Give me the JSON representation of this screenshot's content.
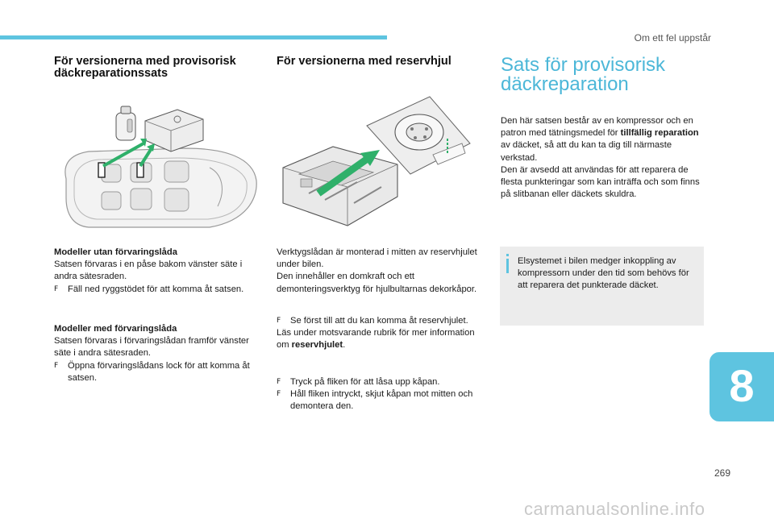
{
  "header": {
    "section_label": "Om ett fel uppstår"
  },
  "col1": {
    "heading_line1": "För versionerna med provisorisk",
    "heading_line2": "däckreparationssats",
    "sub1_title": "Modeller utan förvaringslåda",
    "sub1_text": "Satsen förvaras i en påse bakom vänster säte i andra sätesraden.",
    "sub1_bullet": "Fäll ned ryggstödet för att komma åt satsen.",
    "sub2_title": "Modeller med förvaringslåda",
    "sub2_text": "Satsen förvaras i förvaringslådan framför vänster säte i andra sätesraden.",
    "sub2_bullet": "Öppna förvaringslådans lock för att komma åt satsen."
  },
  "col2": {
    "heading": "För versionerna med reservhjul",
    "p1": "Verktygslådan är monterad i mitten av reservhjulet under bilen.",
    "p2": "Den innehåller en domkraft och ett demonteringsverktyg för hjulbultarnas dekorkåpor.",
    "bullet1": "Se först till att du kan komma åt reservhjulet.",
    "p3_prefix": "Läs under motsvarande rubrik för mer information om ",
    "p3_bold": "reservhjulet",
    "p3_suffix": ".",
    "bullet2": "Tryck på fliken för att låsa upp kåpan.",
    "bullet3": "Håll fliken intryckt, skjut kåpan mot mitten och demontera den."
  },
  "col3": {
    "heading_line1": "Sats för provisorisk",
    "heading_line2": "däckreparation",
    "p1_prefix": "Den här satsen består av en kompressor och en patron med tätningsmedel för ",
    "p1_bold": "tillfällig reparation",
    "p1_suffix": " av däcket, så att du kan ta dig till närmaste verkstad.",
    "p2": "Den är avsedd att användas för att reparera de flesta punkteringar som kan inträffa och som finns på slitbanan eller däckets skuldra.",
    "info": "Elsystemet i bilen medger inkoppling av kompressorn under den tid som behövs för att reparera det punkterade däcket."
  },
  "bullet_glyph": "F",
  "chapter_number": "8",
  "page_number": "269",
  "watermark": "carmanualsonline.info",
  "colors": {
    "accent": "#5ec4e0",
    "heading_blue": "#4cb7d8",
    "info_bg": "#ececec",
    "arrow_green": "#2fb06a"
  }
}
